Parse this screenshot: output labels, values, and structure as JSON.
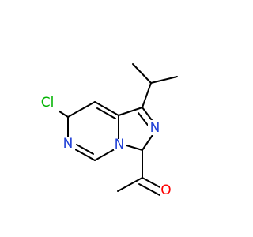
{
  "molecule": {
    "atoms": {
      "chlorine": {
        "text": "Cl",
        "color": "#00b300"
      },
      "pyrimidine_n": {
        "text": "N",
        "color": "#1f3fd6"
      },
      "bridgehead_n": {
        "text": "N",
        "color": "#1f3fd6"
      },
      "imidazole_n": {
        "text": "N",
        "color": "#1f3fd6"
      },
      "aldehyde_o": {
        "text": "O",
        "color": "#ff0000"
      }
    },
    "bond_color": "#000000"
  }
}
